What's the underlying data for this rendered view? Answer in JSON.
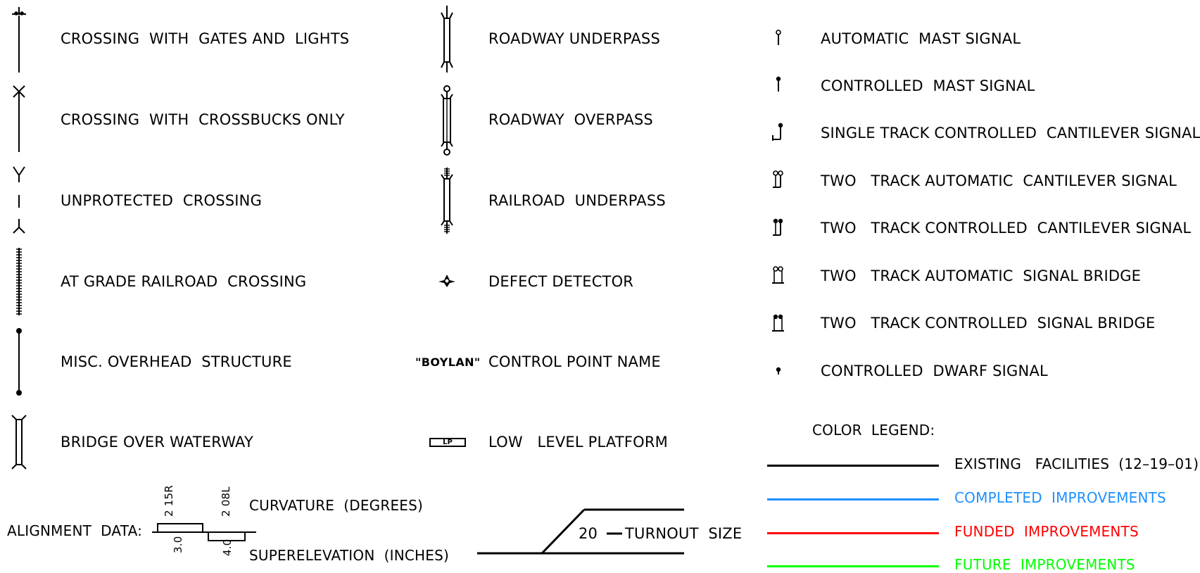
{
  "col1": [
    "CROSSING  WITH  GATES AND  LIGHTS",
    "CROSSING  WITH  CROSSBUCKS ONLY",
    "UNPROTECTED  CROSSING",
    "AT GRADE RAILROAD  CROSSING",
    "MISC. OVERHEAD  STRUCTURE",
    "BRIDGE OVER WATERWAY"
  ],
  "col2": [
    "ROADWAY UNDERPASS",
    "ROADWAY  OVERPASS",
    "RAILROAD  UNDERPASS",
    "DEFECT DETECTOR",
    "CONTROL POINT NAME",
    "LOW   LEVEL PLATFORM"
  ],
  "col3": [
    "AUTOMATIC  MAST SIGNAL",
    "CONTROLLED  MAST SIGNAL",
    "SINGLE TRACK CONTROLLED  CANTILEVER SIGNAL",
    "TWO   TRACK AUTOMATIC  CANTILEVER SIGNAL",
    "TWO   TRACK CONTROLLED  CANTILEVER SIGNAL",
    "TWO   TRACK AUTOMATIC  SIGNAL BRIDGE",
    "TWO   TRACK CONTROLLED  SIGNAL BRIDGE",
    "CONTROLLED  DWARF SIGNAL"
  ],
  "control_point_example": "\"BOYLAN\"",
  "platform_tag": "LP",
  "alignment": {
    "label": "ALIGNMENT  DATA:",
    "curve_r": "2 15R",
    "curve_l": "2 08L",
    "super_1": "3.0",
    "super_2": "4.0",
    "curvature_label": "CURVATURE  (DEGREES)",
    "superelevation_label": "SUPERELEVATION  (INCHES)"
  },
  "turnout": {
    "number": "20",
    "label": "TURNOUT  SIZE"
  },
  "color_legend": {
    "title": "COLOR  LEGEND:",
    "items": [
      {
        "label": "EXISTING   FACILITIES  (12–19–01)",
        "color": "#000000"
      },
      {
        "label": "COMPLETED  IMPROVEMENTS",
        "color": "#1e90ff"
      },
      {
        "label": "FUNDED  IMPROVEMENTS",
        "color": "#ff0000"
      },
      {
        "label": "FUTURE  IMPROVEMENTS",
        "color": "#00ff00"
      }
    ]
  }
}
